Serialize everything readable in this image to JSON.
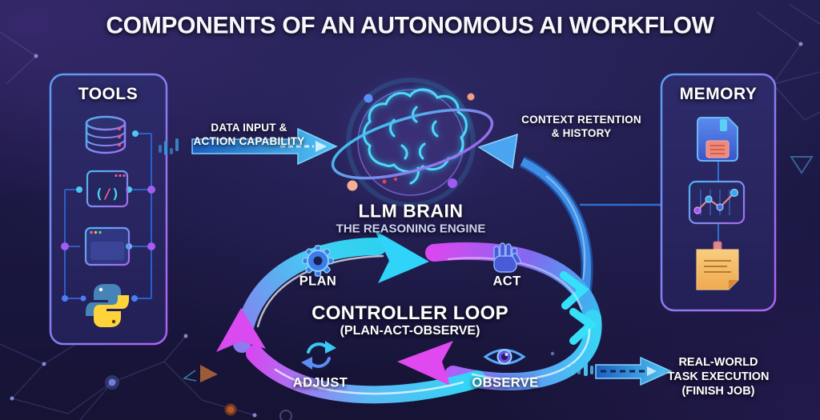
{
  "title": "COMPONENTS OF AN AUTONOMOUS AI WORKFLOW",
  "tools": {
    "title": "TOOLS",
    "code_glyph": {
      "open": "(",
      "slash": "/",
      "close": ")"
    },
    "icons": [
      "database-icon",
      "code-window-icon",
      "browser-window-icon",
      "python-icon"
    ]
  },
  "memory": {
    "title": "MEMORY",
    "icons": [
      "floppy-disk-icon",
      "line-chart-icon",
      "sticky-note-icon"
    ]
  },
  "brain": {
    "title": "LLM BRAIN",
    "subtitle": "THE REASONING ENGINE"
  },
  "loop": {
    "title": "CONTROLLER LOOP",
    "subtitle": "(PLAN-ACT-OBSERVE)",
    "steps": [
      {
        "label": "PLAN",
        "icon": "gear-icon"
      },
      {
        "label": "ACT",
        "icon": "hand-icon"
      },
      {
        "label": "OBSERVE",
        "icon": "eye-icon"
      },
      {
        "label": "ADJUST",
        "icon": "refresh-icon"
      }
    ]
  },
  "flows": {
    "data_input": {
      "line1": "DATA INPUT &",
      "line2": "ACTION CAPABILITY"
    },
    "context": {
      "line1": "CONTEXT RETENTION",
      "line2": "& HISTORY"
    },
    "output": {
      "line1": "REAL-WORLD",
      "line2": "TASK EXECUTION",
      "line3": "(FINISH JOB)"
    }
  },
  "colors": {
    "background": "#1b1843",
    "cyan": "#35d4f5",
    "magenta": "#e048f0",
    "purple": "#a855f7",
    "arrow_blue": "#2e7fd8",
    "panel_border_blue": "#5b9df5",
    "panel_border_purple": "#b060f0",
    "python_blue": "#4584b6",
    "python_yellow": "#ffd43b",
    "note_orange": "#f2b55e",
    "salmon": "#f0897a"
  }
}
